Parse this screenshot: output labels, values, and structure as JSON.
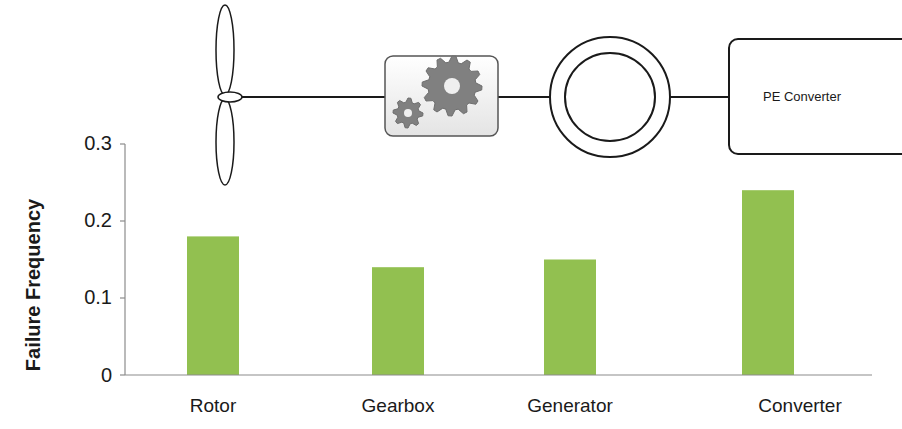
{
  "diagram": {
    "nodes": [
      {
        "text": [
          "PE Converter"
        ]
      }
    ],
    "edges": [],
    "labels": [
      "Failure Frequency",
      "0.3",
      "0.2",
      "0.1",
      "0",
      "Rotor",
      "Gearbox",
      "Generator",
      "Converter"
    ]
  }
}
